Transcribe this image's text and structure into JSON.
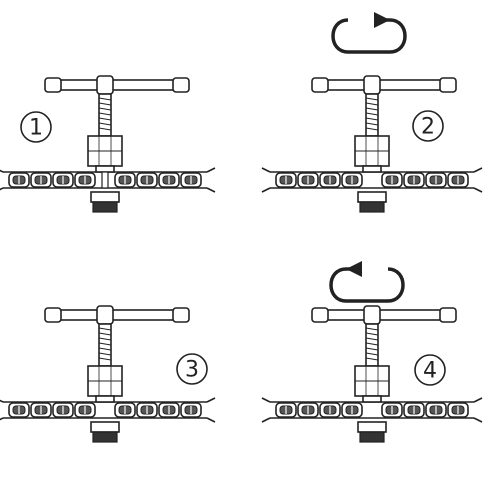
{
  "panels": [
    {
      "step": "1",
      "rotation": "none"
    },
    {
      "step": "2",
      "rotation": "clockwise"
    },
    {
      "step": "3",
      "rotation": "none"
    },
    {
      "step": "4",
      "rotation": "counterclockwise"
    }
  ],
  "colors": {
    "line": "#222222",
    "dark": "#333333",
    "background": "#ffffff"
  }
}
